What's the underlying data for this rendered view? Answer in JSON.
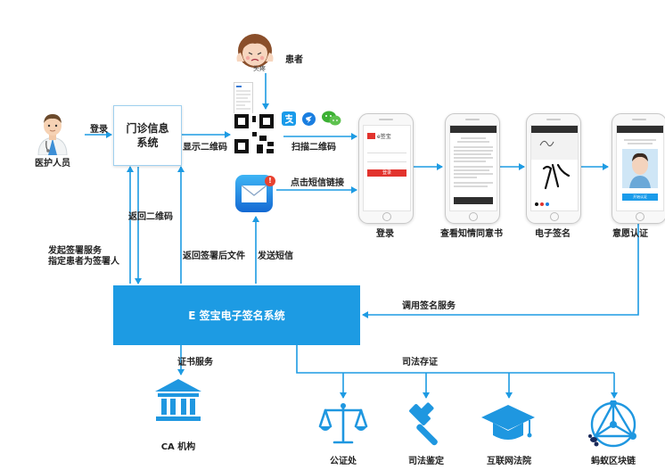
{
  "nodes": {
    "medical_staff": "医护人员",
    "patient": "患者",
    "patient_hat": "头疼",
    "mis": "门诊信息\n系统",
    "esign": "E 签宝电子签名系统",
    "ca": "CA 机构",
    "notary": "公证处",
    "forensic": "司法鉴定",
    "internet_court": "互联网法院",
    "blockchain": "蚂蚁区块链"
  },
  "phones": {
    "login": "登录",
    "consent": "查看知情同意书",
    "signature": "电子签名",
    "intent": "意愿认证",
    "login_brand": "e签宝",
    "login_button": "登录",
    "intent_button": "开始认证"
  },
  "edges": {
    "login": "登录",
    "show_qr": "显示二维码",
    "scan_qr": "扫描二维码",
    "click_sms": "点击短信链接",
    "return_qr": "返回二维码",
    "start_sign": "发起签署服务\n指定患者为签署人",
    "return_file": "返回签署后文件",
    "send_sms": "发送短信",
    "call_sign": "调用签名服务",
    "cert_service": "证书服务",
    "judicial_storage": "司法存证"
  },
  "colors": {
    "accent": "#1d9be3",
    "line": "#1d9be3",
    "icon_blue": "#1f97e0"
  }
}
